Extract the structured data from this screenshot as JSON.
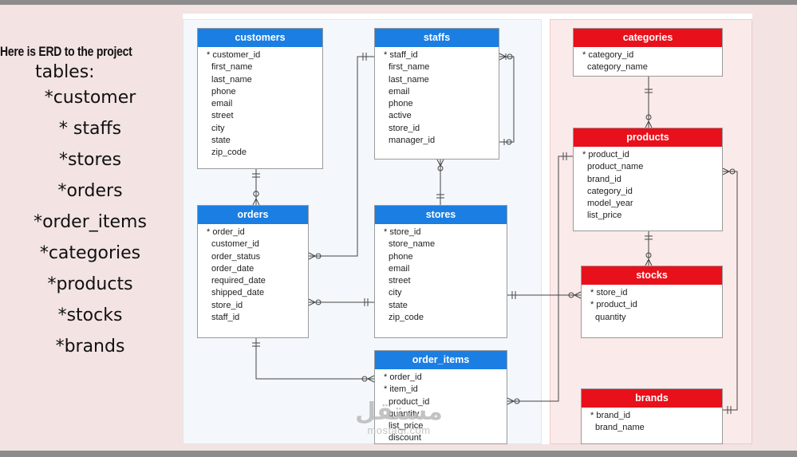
{
  "intro": {
    "heading": "Here is ERD  to the project",
    "subheading": "tables:",
    "items": [
      "*customer",
      "* staffs",
      "*stores",
      "*orders",
      "*order_items",
      "*categories",
      "*products",
      "*stocks",
      "*brands"
    ]
  },
  "tables": {
    "customers": {
      "title": "customers",
      "fields": [
        "* customer_id",
        "first_name",
        "last_name",
        "phone",
        "email",
        "street",
        "city",
        "state",
        "zip_code"
      ]
    },
    "staffs": {
      "title": "staffs",
      "fields": [
        "* staff_id",
        "first_name",
        "last_name",
        "email",
        "phone",
        "active",
        "store_id",
        "manager_id"
      ]
    },
    "orders": {
      "title": "orders",
      "fields": [
        "* order_id",
        "customer_id",
        "order_status",
        "order_date",
        "required_date",
        "shipped_date",
        "store_id",
        "staff_id"
      ]
    },
    "stores": {
      "title": "stores",
      "fields": [
        "* store_id",
        "store_name",
        "phone",
        "email",
        "street",
        "city",
        "state",
        "zip_code"
      ]
    },
    "order_items": {
      "title": "order_items",
      "fields": [
        "* order_id",
        "* item_id",
        "product_id",
        "quantity",
        "list_price",
        "discount"
      ]
    },
    "categories": {
      "title": "categories",
      "fields": [
        "* category_id",
        "category_name"
      ]
    },
    "products": {
      "title": "products",
      "fields": [
        "* product_id",
        "product_name",
        "brand_id",
        "category_id",
        "model_year",
        "list_price"
      ]
    },
    "stocks": {
      "title": "stocks",
      "fields": [
        "* store_id",
        "* product_id",
        "quantity"
      ]
    },
    "brands": {
      "title": "brands",
      "fields": [
        "* brand_id",
        "brand_name"
      ]
    }
  },
  "watermark": {
    "logo": "مستقل",
    "site": "mostaql.com"
  },
  "colors": {
    "blue_header": "#1a7ee3",
    "red_header": "#e8101a",
    "background": "#f3e3e3"
  }
}
